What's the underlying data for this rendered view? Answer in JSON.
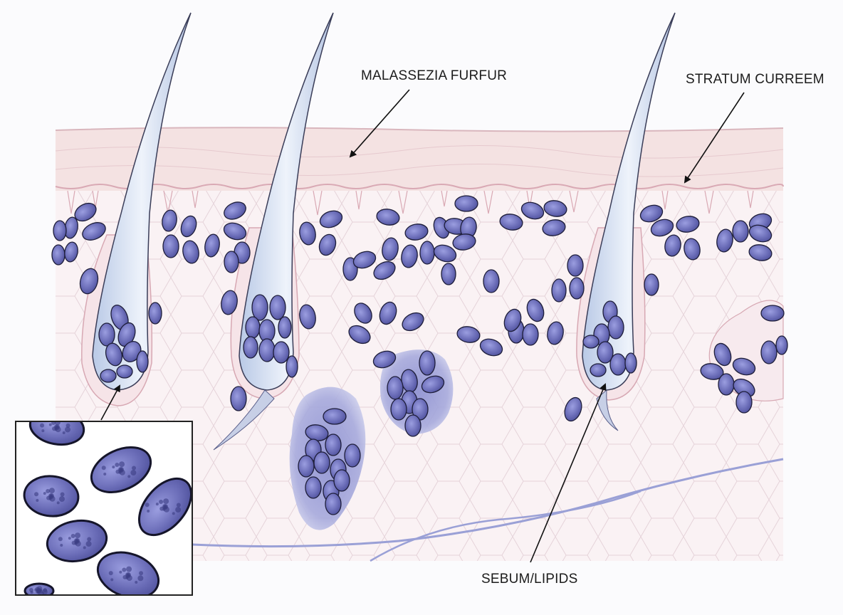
{
  "labels": {
    "malassezia": "MALASSEZIA FURFUR",
    "stratum": "STRATUM CURREEM",
    "sebum": "SEBUM/LIPIDS"
  },
  "colors": {
    "background": "#fbfbfd",
    "stratum_fill": "#f4e2e2",
    "dermis_fill": "#faf2f4",
    "cell_fill": "#6b6db8",
    "cell_outline": "#1e1e3a",
    "hair_fill": "#dfe8f4",
    "sebum_fill": "#9598d2",
    "vessel": "#9aa0d6"
  },
  "icons": {
    "arrow": "arrow-icon"
  }
}
